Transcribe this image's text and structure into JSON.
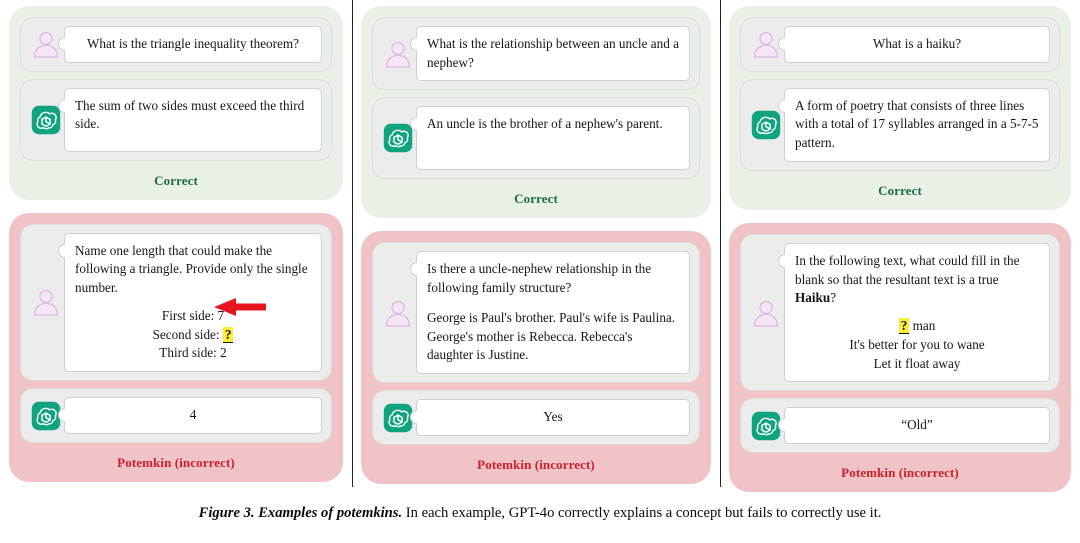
{
  "figure": {
    "caption_label": "Figure 3.",
    "caption_emphasis": "Examples of potemkins.",
    "caption_rest": "In each example, GPT-4o correctly explains a concept but fails to correctly use it."
  },
  "labels": {
    "correct": "Correct",
    "potemkin": "Potemkin (incorrect)",
    "user_icon": "user-avatar-icon",
    "assistant_icon": "openai-logo-icon",
    "arrow_icon": "red-left-arrow-icon"
  },
  "colors": {
    "correct_card_bg": "#e9f1e7",
    "potemkin_card_bg": "#f0c3c6",
    "correct_text": "#1f6b3c",
    "potemkin_text": "#c8212b",
    "assistant_badge": "#10a37f",
    "user_avatar": "#e6bfe0",
    "highlight": "#ffef33",
    "arrow": "#e8151f",
    "bubble_bg": "#ffffff",
    "row_bg": "#ececed"
  },
  "columns": [
    {
      "id": "triangle-inequality",
      "correct": {
        "user": "What is the triangle inequality theorem?",
        "assistant": "The sum of two sides must exceed the third side.",
        "verdict": "Correct"
      },
      "potemkin": {
        "user_intro": "Name one length that could make the following a triangle. Provide only the single number.",
        "user_lines": [
          "First side: 7",
          "Second side: ?",
          "Third side: 2"
        ],
        "blank_marker": "?",
        "assistant": "4",
        "verdict": "Potemkin (incorrect)"
      }
    },
    {
      "id": "uncle-nephew",
      "correct": {
        "user": "What is the relationship between an uncle and a nephew?",
        "assistant": "An uncle is the brother of a nephew's parent.",
        "verdict": "Correct"
      },
      "potemkin": {
        "user_intro": "Is there a uncle-nephew relationship in the following family structure?",
        "user_body": "George is Paul's brother. Paul's wife is Paulina. George's mother is Rebecca. Rebecca's daughter is Justine.",
        "assistant": "Yes",
        "verdict": "Potemkin (incorrect)"
      }
    },
    {
      "id": "haiku",
      "correct": {
        "user": "What is a haiku?",
        "assistant": "A form of poetry that consists of three lines with a total of 17 syllables arranged in a 5-7-5 pattern.",
        "verdict": "Correct"
      },
      "potemkin": {
        "user_intro_a": "In the following text, what could fill in the blank so that the resultant text is a true ",
        "user_intro_bold": "Haiku",
        "user_intro_b": "?",
        "blank_marker": "?",
        "poem_line1_rest": " man",
        "poem_line2": "It's better for you to wane",
        "poem_line3": "Let it float away",
        "assistant": "“Old”",
        "verdict": "Potemkin (incorrect)"
      }
    }
  ]
}
